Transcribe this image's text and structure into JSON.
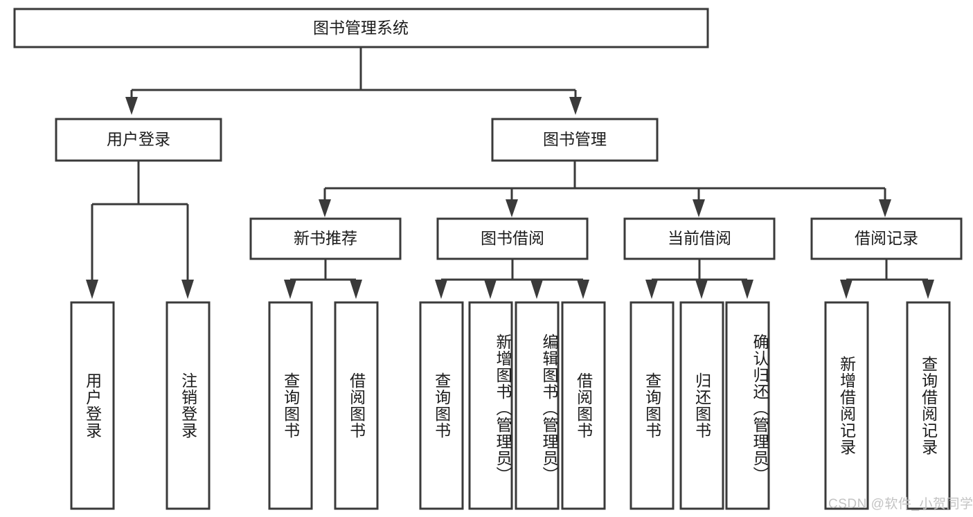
{
  "diagram": {
    "title": "图书管理系统",
    "type": "tree-hierarchy-diagram",
    "watermark": "CSDN @软件_小贺同学",
    "colors": {
      "stroke": "#3a3a3a",
      "fill": "#ffffff",
      "text": "#1b1b1b",
      "watermark": "#c3c3c3"
    },
    "root": {
      "label": "图书管理系统"
    },
    "level2": [
      {
        "label": "用户登录"
      },
      {
        "label": "图书管理"
      }
    ],
    "level3": [
      {
        "label": "新书推荐"
      },
      {
        "label": "图书借阅"
      },
      {
        "label": "当前借阅"
      },
      {
        "label": "借阅记录"
      }
    ],
    "leaves": {
      "user_login": [
        {
          "label": "用户登录"
        },
        {
          "label": "注销登录"
        }
      ],
      "new_book_recommend": [
        {
          "label": "查询图书"
        },
        {
          "label": "借阅图书"
        }
      ],
      "book_borrow": [
        {
          "label": "查询图书"
        },
        {
          "label": "新增图书（管理员）"
        },
        {
          "label": "编辑图书（管理员）"
        },
        {
          "label": "借阅图书"
        }
      ],
      "current_borrow": [
        {
          "label": "查询图书"
        },
        {
          "label": "归还图书"
        },
        {
          "label": "确认归还（管理员）"
        }
      ],
      "borrow_record": [
        {
          "label": "新增借阅记录"
        },
        {
          "label": "查询借阅记录"
        }
      ]
    }
  }
}
